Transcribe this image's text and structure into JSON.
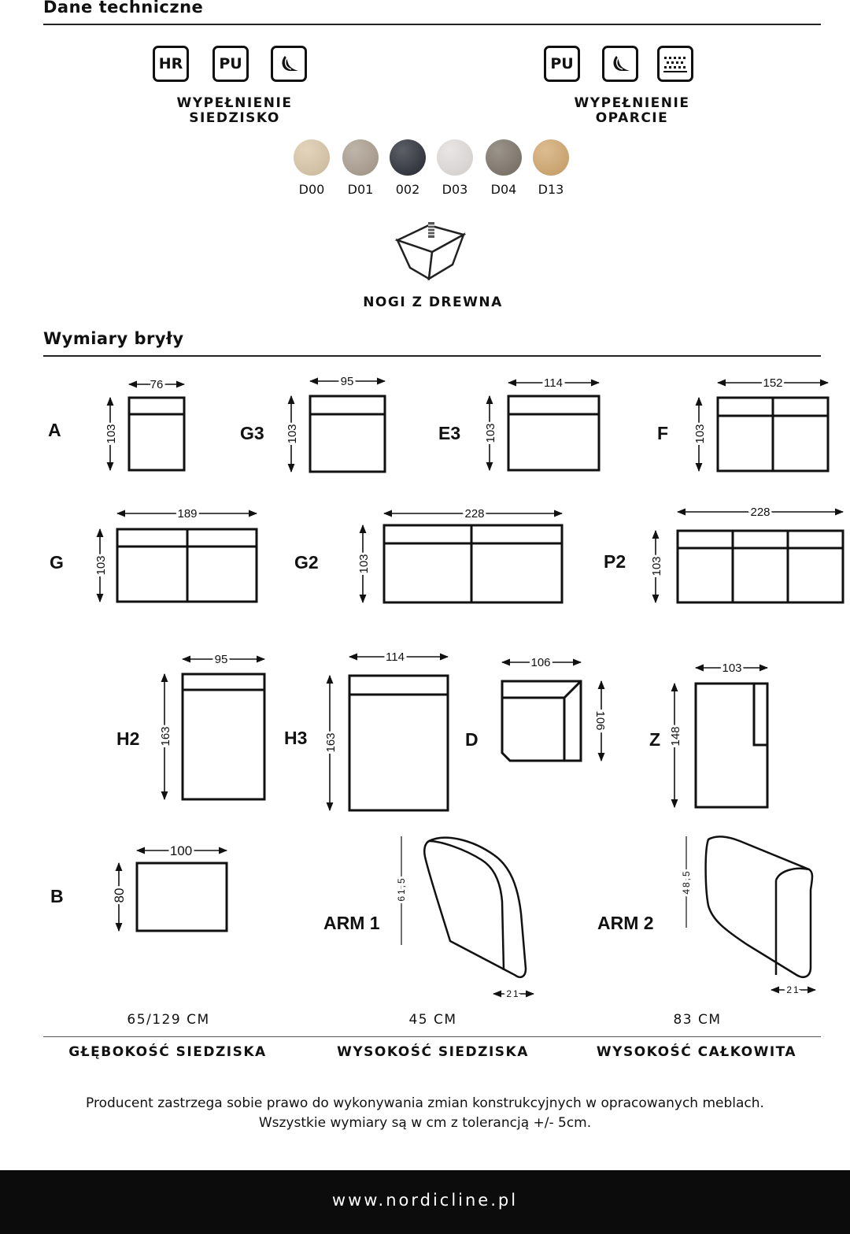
{
  "section_tech": {
    "title": "Dane techniczne"
  },
  "seat_fill": {
    "icons": [
      "HR",
      "PU"
    ],
    "caption_line1": "WYPEŁNIENIE",
    "caption_line2": "SIEDZISKO"
  },
  "back_fill": {
    "icons": [
      "PU"
    ],
    "caption_line1": "WYPEŁNIENIE",
    "caption_line2": "OPARCIE"
  },
  "finishes": [
    {
      "code": "D00",
      "color": "#d9c6a6"
    },
    {
      "code": "D01",
      "color": "#a99c8c"
    },
    {
      "code": "002",
      "color": "#262a33"
    },
    {
      "code": "D03",
      "color": "#e1dddb"
    },
    {
      "code": "D04",
      "color": "#7a7165"
    },
    {
      "code": "D13",
      "color": "#d1a66b"
    }
  ],
  "legs": {
    "caption": "NOGI Z DREWNA"
  },
  "section_dims": {
    "title": "Wymiary bryły"
  },
  "modules": {
    "A": {
      "label": "A",
      "width": "76",
      "height": "103"
    },
    "G3": {
      "label": "G3",
      "width": "95",
      "height": "103"
    },
    "E3": {
      "label": "E3",
      "width": "114",
      "height": "103"
    },
    "F": {
      "label": "F",
      "width": "152",
      "height": "103"
    },
    "G": {
      "label": "G",
      "width": "189",
      "height": "103"
    },
    "G2": {
      "label": "G2",
      "width": "228",
      "height": "103"
    },
    "P2": {
      "label": "P2",
      "width": "228",
      "height": "103"
    },
    "H2": {
      "label": "H2",
      "width": "95",
      "height": "163"
    },
    "H3": {
      "label": "H3",
      "width": "114",
      "height": "163"
    },
    "D": {
      "label": "D",
      "width": "106",
      "height": "106"
    },
    "Z": {
      "label": "Z",
      "width": "103",
      "height": "148"
    },
    "B": {
      "label": "B",
      "width": "100",
      "height": "80"
    },
    "ARM1": {
      "label": "ARM 1",
      "width": "21",
      "height": "61,5"
    },
    "ARM2": {
      "label": "ARM 2",
      "width": "21",
      "height": "48,5"
    }
  },
  "dimensions": [
    {
      "value": "65/129 CM",
      "label": "GŁĘBOKOŚĆ SIEDZISKA"
    },
    {
      "value": "45 CM",
      "label": "WYSOKOŚĆ SIEDZISKA"
    },
    {
      "value": "83 CM",
      "label": "WYSOKOŚĆ CAŁKOWITA"
    }
  ],
  "note": {
    "line1": "Producent zastrzega sobie prawo do wykonywania zmian konstrukcyjnych w opracowanych meblach.",
    "line2": "Wszystkie wymiary są w cm z tolerancją +/- 5cm."
  },
  "footer": {
    "url": "www.nordicline.pl"
  }
}
